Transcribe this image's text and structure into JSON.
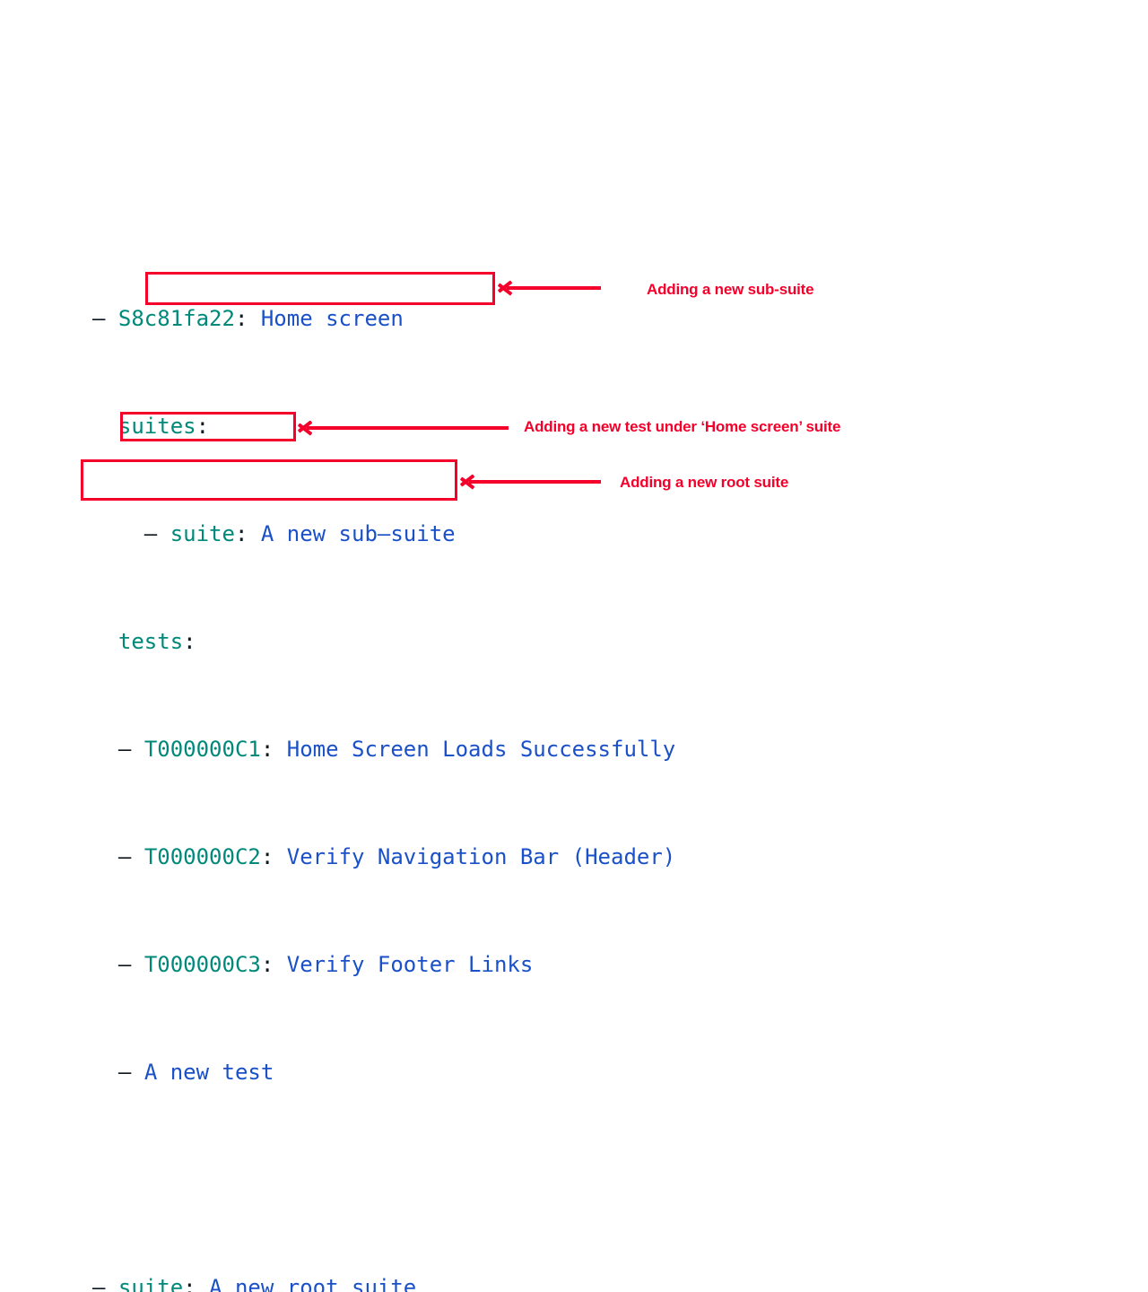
{
  "tree": {
    "root_suite": {
      "dash": "–",
      "id": "S8c81fa22",
      "colon": ":",
      "title": "Home screen"
    },
    "suites_label": "suites",
    "suites_colon": ":",
    "sub_suite": {
      "dash": "–",
      "key": "suite",
      "colon": ":",
      "value": "A new sub–suite"
    },
    "tests_label": "tests",
    "tests_colon": ":",
    "tests": [
      {
        "dash": "–",
        "id": "T000000C1",
        "colon": ":",
        "title": "Home Screen Loads Successfully"
      },
      {
        "dash": "–",
        "id": "T000000C2",
        "colon": ":",
        "title": "Verify Navigation Bar (Header)"
      },
      {
        "dash": "–",
        "id": "T000000C3",
        "colon": ":",
        "title": "Verify Footer Links"
      }
    ],
    "new_test": {
      "dash": "–",
      "title": "A new test"
    },
    "new_root_suite": {
      "dash": "–",
      "key": "suite",
      "colon": ":",
      "value": "A new root suite"
    }
  },
  "annotations": {
    "sub_suite": "Adding a new sub-suite",
    "new_test": "Adding a new test under ‘Home screen’ suite",
    "root_suite": "Adding a new root suite"
  },
  "colors": {
    "key_teal": "#00897a",
    "value_blue": "#1a50c8",
    "punctuation": "#101820",
    "annotation_red": "#f5002b",
    "background": "#ffffff"
  }
}
